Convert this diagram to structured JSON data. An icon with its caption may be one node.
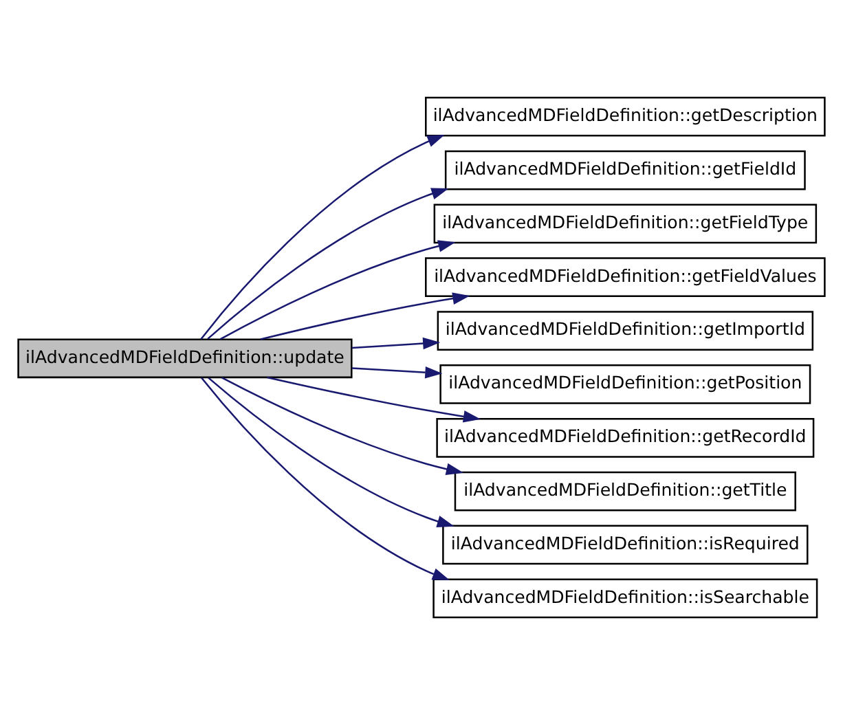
{
  "diagram": {
    "nodes": [
      {
        "text": [
          "ilAdvancedMDFieldDefinition::update"
        ]
      },
      {
        "text": [
          "ilAdvancedMDFieldDefinition::getDescription"
        ]
      },
      {
        "text": [
          "ilAdvancedMDFieldDefinition::getFieldId"
        ]
      },
      {
        "text": [
          "ilAdvancedMDFieldDefinition::getFieldType"
        ]
      },
      {
        "text": [
          "ilAdvancedMDFieldDefinition::getFieldValues"
        ]
      },
      {
        "text": [
          "ilAdvancedMDFieldDefinition::getImportId"
        ]
      },
      {
        "text": [
          "ilAdvancedMDFieldDefinition::getPosition"
        ]
      },
      {
        "text": [
          "ilAdvancedMDFieldDefinition::getRecordId"
        ]
      },
      {
        "text": [
          "ilAdvancedMDFieldDefinition::getTitle"
        ]
      },
      {
        "text": [
          "ilAdvancedMDFieldDefinition::isRequired"
        ]
      },
      {
        "text": [
          "ilAdvancedMDFieldDefinition::isSearchable"
        ]
      }
    ],
    "edges": [
      {
        "from": 0,
        "to": 1,
        "arrow": "to"
      },
      {
        "from": 0,
        "to": 2,
        "arrow": "to"
      },
      {
        "from": 0,
        "to": 3,
        "arrow": "to"
      },
      {
        "from": 0,
        "to": 4,
        "arrow": "to"
      },
      {
        "from": 0,
        "to": 5,
        "arrow": "to"
      },
      {
        "from": 0,
        "to": 6,
        "arrow": "to"
      },
      {
        "from": 0,
        "to": 7,
        "arrow": "to"
      },
      {
        "from": 0,
        "to": 8,
        "arrow": "to"
      },
      {
        "from": 0,
        "to": 9,
        "arrow": "to"
      },
      {
        "from": 0,
        "to": 10,
        "arrow": "to"
      }
    ]
  }
}
